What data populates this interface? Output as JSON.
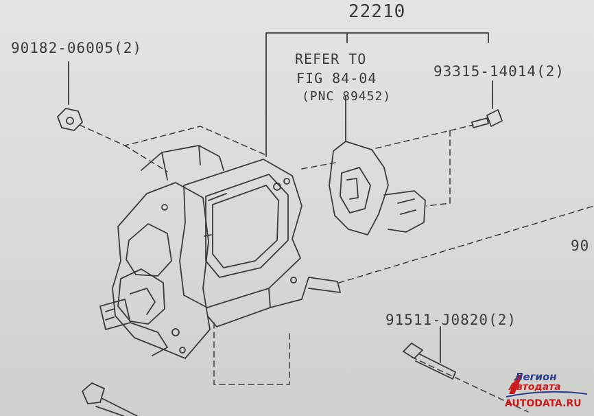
{
  "diagram": {
    "main_part_number": "22210",
    "parts": {
      "nut": "90182-06005(2)",
      "screw": "93315-14014(2)",
      "bolt": "91511-J0820(2)",
      "edge_partial": "90"
    },
    "reference_note": {
      "line1": "REFER TO",
      "line2": "FIG 84-04",
      "line3": "(PNC 89452)"
    }
  },
  "watermark": {
    "line1": "Легион",
    "line2": "Автодата",
    "line3": "AUTODATA.RU",
    "colors": {
      "blue": "#2a3c8a",
      "red": "#cc1b1b"
    }
  },
  "colors": {
    "ink": "#3a3a3a",
    "paper": "#dcdcdc"
  }
}
